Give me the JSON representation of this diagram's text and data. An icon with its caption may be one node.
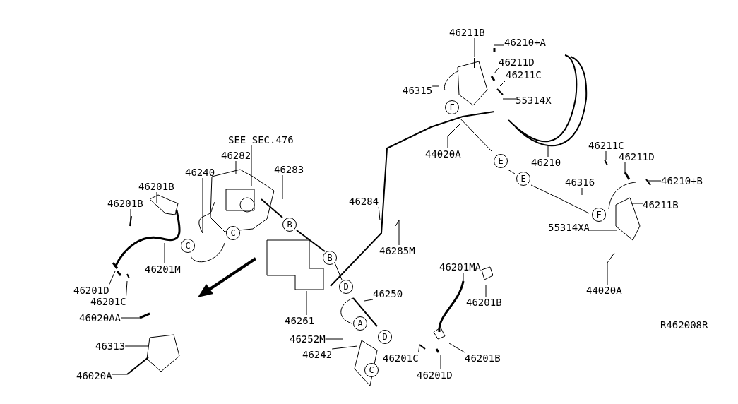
{
  "diagram": {
    "nodes": [
      {
        "text": [
          "46211B"
        ]
      },
      {
        "text": [
          "46210+A"
        ]
      },
      {
        "text": [
          "46211D"
        ]
      },
      {
        "text": [
          "46211C"
        ]
      },
      {
        "text": [
          "46315"
        ]
      },
      {
        "text": [
          "55314X"
        ]
      },
      {
        "text": [
          "44020A"
        ]
      },
      {
        "text": [
          "46210"
        ]
      },
      {
        "text": [
          "46211C"
        ]
      },
      {
        "text": [
          "46211D"
        ]
      },
      {
        "text": [
          "46210+B"
        ]
      },
      {
        "text": [
          "46316"
        ]
      },
      {
        "text": [
          "46211B"
        ]
      },
      {
        "text": [
          "55314XA"
        ]
      },
      {
        "text": [
          "44020A"
        ]
      },
      {
        "text": [
          "SEE SEC.476"
        ]
      },
      {
        "text": [
          "46282"
        ]
      },
      {
        "text": [
          "46283"
        ]
      },
      {
        "text": [
          "46240"
        ]
      },
      {
        "text": [
          "46201B"
        ]
      },
      {
        "text": [
          "46201B"
        ]
      },
      {
        "text": [
          "46201M"
        ]
      },
      {
        "text": [
          "46201D"
        ]
      },
      {
        "text": [
          "46201C"
        ]
      },
      {
        "text": [
          "46020AA"
        ]
      },
      {
        "text": [
          "46313"
        ]
      },
      {
        "text": [
          "46020A"
        ]
      },
      {
        "text": [
          "46284"
        ]
      },
      {
        "text": [
          "46285M"
        ]
      },
      {
        "text": [
          "46261"
        ]
      },
      {
        "text": [
          "46250"
        ]
      },
      {
        "text": [
          "46252M"
        ]
      },
      {
        "text": [
          "46242"
        ]
      },
      {
        "text": [
          "46201MA"
        ]
      },
      {
        "text": [
          "46201B"
        ]
      },
      {
        "text": [
          "46201C"
        ]
      },
      {
        "text": [
          "46201D"
        ]
      },
      {
        "text": [
          "46201B"
        ]
      },
      {
        "text": [
          "F"
        ]
      },
      {
        "text": [
          "E"
        ]
      },
      {
        "text": [
          "E"
        ]
      },
      {
        "text": [
          "F"
        ]
      },
      {
        "text": [
          "C"
        ]
      },
      {
        "text": [
          "C"
        ]
      },
      {
        "text": [
          "B"
        ]
      },
      {
        "text": [
          "B"
        ]
      },
      {
        "text": [
          "D"
        ]
      },
      {
        "text": [
          "A"
        ]
      },
      {
        "text": [
          "D"
        ]
      },
      {
        "text": [
          "C"
        ]
      }
    ],
    "edges": [
      {
        "from": 0,
        "to": null,
        "arrow": "none"
      },
      {
        "from": 1,
        "to": null,
        "arrow": "none"
      },
      {
        "from": 2,
        "to": null,
        "arrow": "none"
      },
      {
        "from": 3,
        "to": null,
        "arrow": "none"
      },
      {
        "from": 4,
        "to": null,
        "arrow": "none"
      },
      {
        "from": 5,
        "to": null,
        "arrow": "none"
      },
      {
        "from": 6,
        "to": null,
        "arrow": "none"
      },
      {
        "from": 7,
        "to": null,
        "arrow": "none"
      },
      {
        "from": 8,
        "to": null,
        "arrow": "none"
      },
      {
        "from": 9,
        "to": null,
        "arrow": "none"
      },
      {
        "from": 10,
        "to": null,
        "arrow": "none"
      },
      {
        "from": 11,
        "to": null,
        "arrow": "none"
      },
      {
        "from": 12,
        "to": null,
        "arrow": "none"
      },
      {
        "from": 13,
        "to": null,
        "arrow": "none"
      },
      {
        "from": 14,
        "to": null,
        "arrow": "none"
      },
      {
        "from": 15,
        "to": null,
        "arrow": "none"
      },
      {
        "from": 16,
        "to": null,
        "arrow": "none"
      },
      {
        "from": 17,
        "to": null,
        "arrow": "none"
      },
      {
        "from": 18,
        "to": null,
        "arrow": "none"
      },
      {
        "from": 19,
        "to": null,
        "arrow": "none"
      },
      {
        "from": 20,
        "to": null,
        "arrow": "none"
      },
      {
        "from": 21,
        "to": null,
        "arrow": "none"
      },
      {
        "from": 22,
        "to": null,
        "arrow": "none"
      },
      {
        "from": 23,
        "to": null,
        "arrow": "none"
      },
      {
        "from": 24,
        "to": null,
        "arrow": "none"
      },
      {
        "from": 25,
        "to": null,
        "arrow": "none"
      },
      {
        "from": 26,
        "to": null,
        "arrow": "none"
      },
      {
        "from": 27,
        "to": null,
        "arrow": "none"
      },
      {
        "from": 28,
        "to": null,
        "arrow": "none"
      },
      {
        "from": 29,
        "to": null,
        "arrow": "none"
      },
      {
        "from": 30,
        "to": null,
        "arrow": "none"
      },
      {
        "from": 31,
        "to": null,
        "arrow": "none"
      },
      {
        "from": 32,
        "to": null,
        "arrow": "none"
      },
      {
        "from": 33,
        "to": null,
        "arrow": "none"
      },
      {
        "from": 34,
        "to": null,
        "arrow": "none"
      },
      {
        "from": 35,
        "to": null,
        "arrow": "none"
      },
      {
        "from": 36,
        "to": null,
        "arrow": "none"
      },
      {
        "from": 37,
        "to": null,
        "arrow": "none"
      }
    ],
    "labels": [
      "R462008R"
    ]
  }
}
